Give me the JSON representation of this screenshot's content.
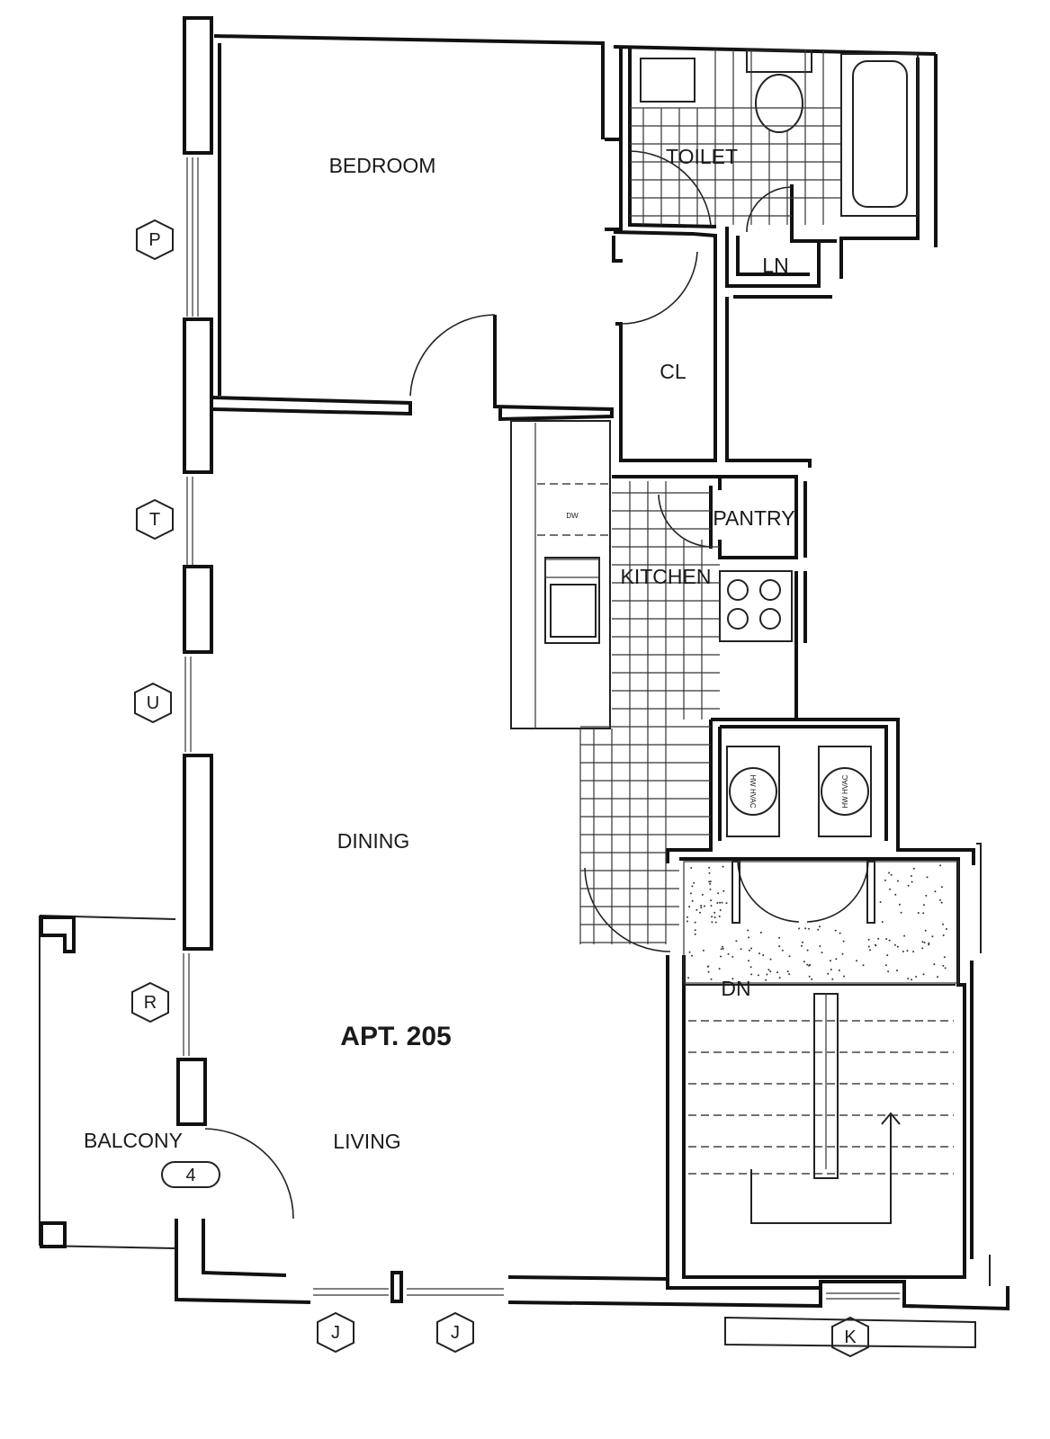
{
  "plan": {
    "apartment": "APT. 205",
    "rooms": {
      "bedroom": "BEDROOM",
      "toilet": "TOILET",
      "linen": "LN",
      "closet": "CL",
      "pantry": "PANTRY",
      "kitchen": "KITCHEN",
      "dining": "DINING",
      "living": "LIVING",
      "balcony": "BALCONY",
      "stairs_down": "DN"
    },
    "appliances": {
      "dishwasher": "DW",
      "water_heater_left": "HW HVAC",
      "water_heater_right": "HW HVAC"
    },
    "window_tags": [
      "P",
      "T",
      "U",
      "R",
      "J",
      "J",
      "K"
    ],
    "balcony_tag": "4"
  }
}
